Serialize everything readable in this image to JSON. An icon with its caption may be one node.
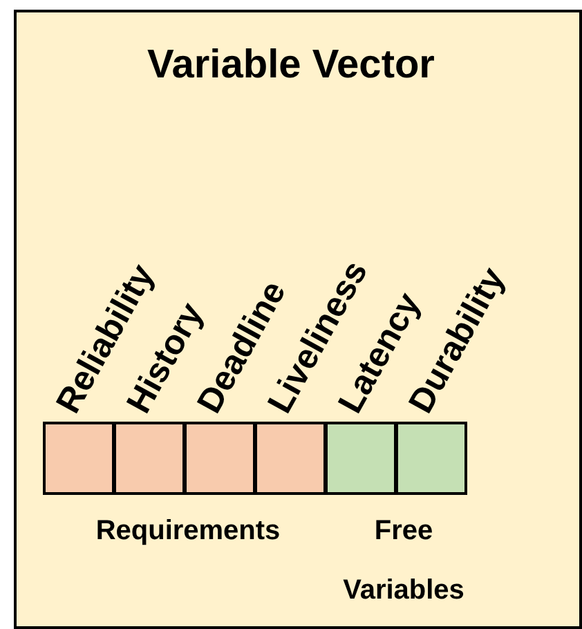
{
  "diagram": {
    "nodes": [
      {
        "text": [
          "Variable Vector"
        ]
      },
      {
        "text": [
          "Reliability"
        ],
        "in": 0
      },
      {
        "text": [
          "History"
        ],
        "in": 0
      },
      {
        "text": [
          "Deadline"
        ],
        "in": 0
      },
      {
        "text": [
          "Liveliness"
        ],
        "in": 0
      },
      {
        "text": [
          "Latency"
        ],
        "in": 0
      },
      {
        "text": [
          "Durability"
        ],
        "in": 0
      }
    ],
    "labels": [
      "Requirements",
      "Free Variables"
    ]
  }
}
